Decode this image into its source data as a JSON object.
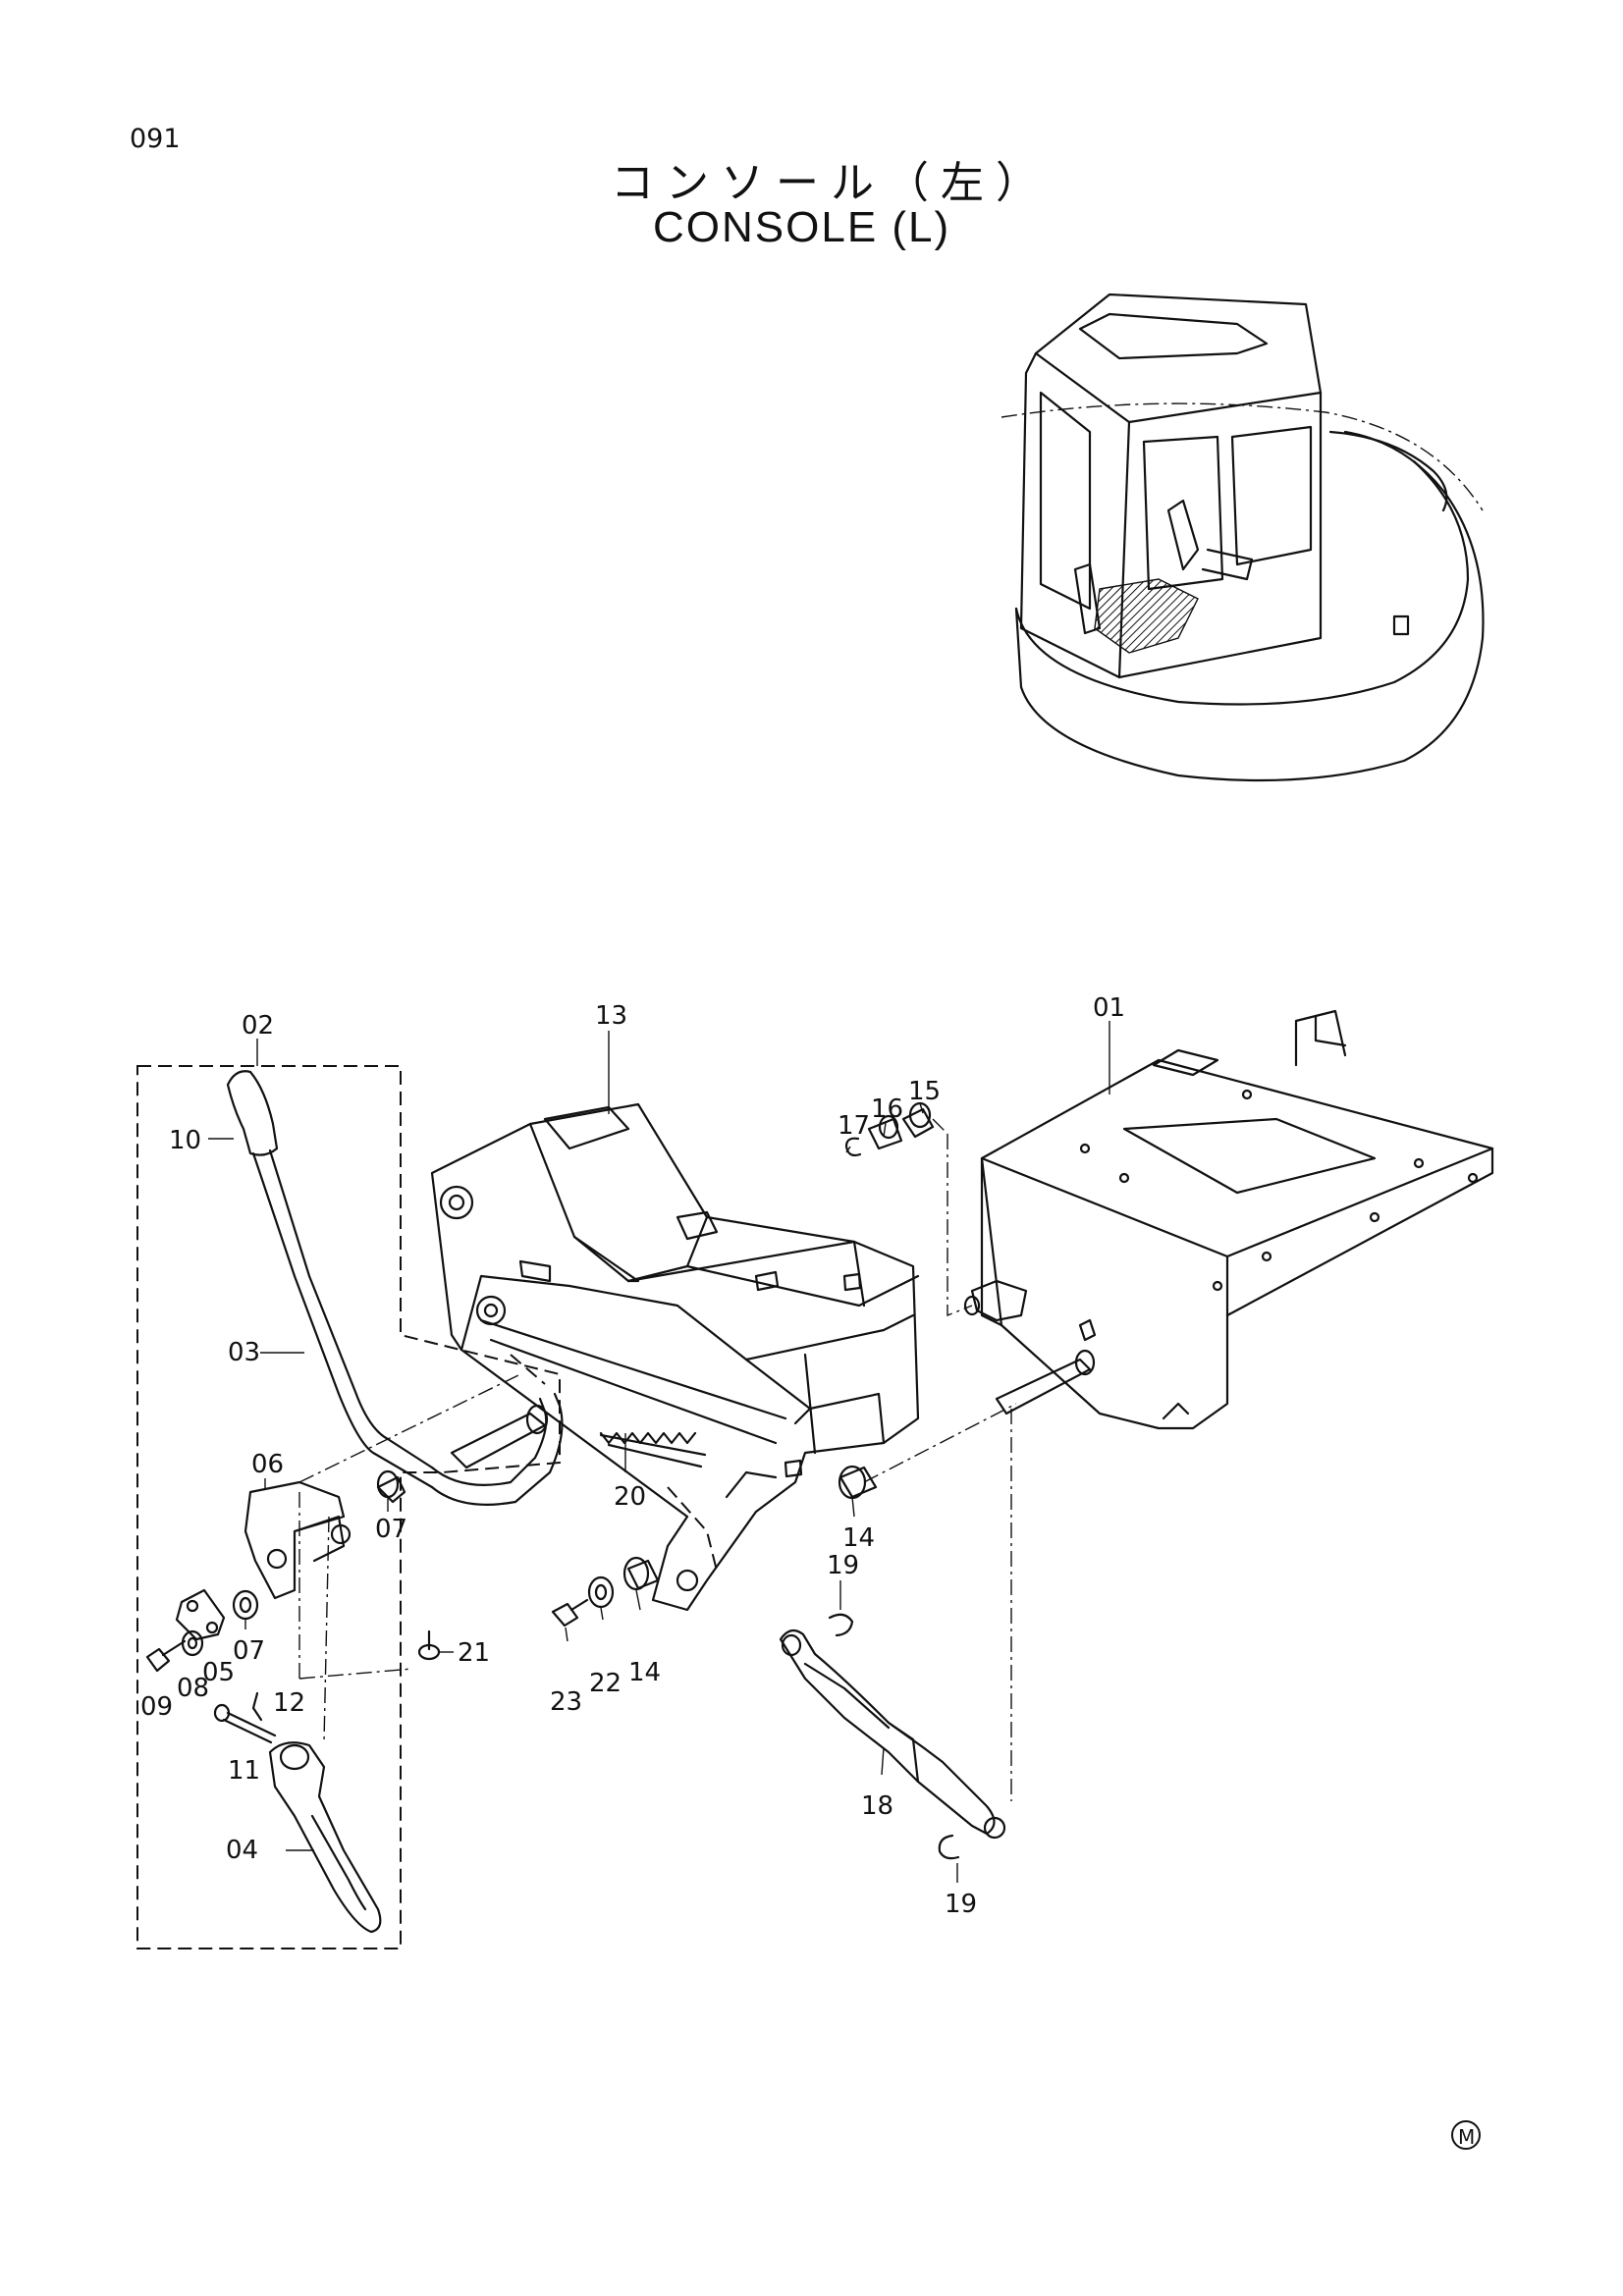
{
  "page": {
    "number": "091"
  },
  "title": {
    "japanese": "コンソール（左）",
    "english": "CONSOLE (L)"
  },
  "mark": "M",
  "callouts": [
    {
      "id": "c01",
      "label": "01"
    },
    {
      "id": "c02",
      "label": "02"
    },
    {
      "id": "c03",
      "label": "03"
    },
    {
      "id": "c04",
      "label": "04"
    },
    {
      "id": "c05",
      "label": "05"
    },
    {
      "id": "c06",
      "label": "06"
    },
    {
      "id": "c07a",
      "label": "07"
    },
    {
      "id": "c07b",
      "label": "07"
    },
    {
      "id": "c08",
      "label": "08"
    },
    {
      "id": "c09",
      "label": "09"
    },
    {
      "id": "c10",
      "label": "10"
    },
    {
      "id": "c11",
      "label": "11"
    },
    {
      "id": "c12",
      "label": "12"
    },
    {
      "id": "c13",
      "label": "13"
    },
    {
      "id": "c14a",
      "label": "14"
    },
    {
      "id": "c14b",
      "label": "14"
    },
    {
      "id": "c15",
      "label": "15"
    },
    {
      "id": "c16",
      "label": "16"
    },
    {
      "id": "c17",
      "label": "17"
    },
    {
      "id": "c18",
      "label": "18"
    },
    {
      "id": "c19a",
      "label": "19"
    },
    {
      "id": "c19b",
      "label": "19"
    },
    {
      "id": "c20",
      "label": "20"
    },
    {
      "id": "c21",
      "label": "21"
    },
    {
      "id": "c22",
      "label": "22"
    },
    {
      "id": "c23",
      "label": "23"
    }
  ]
}
